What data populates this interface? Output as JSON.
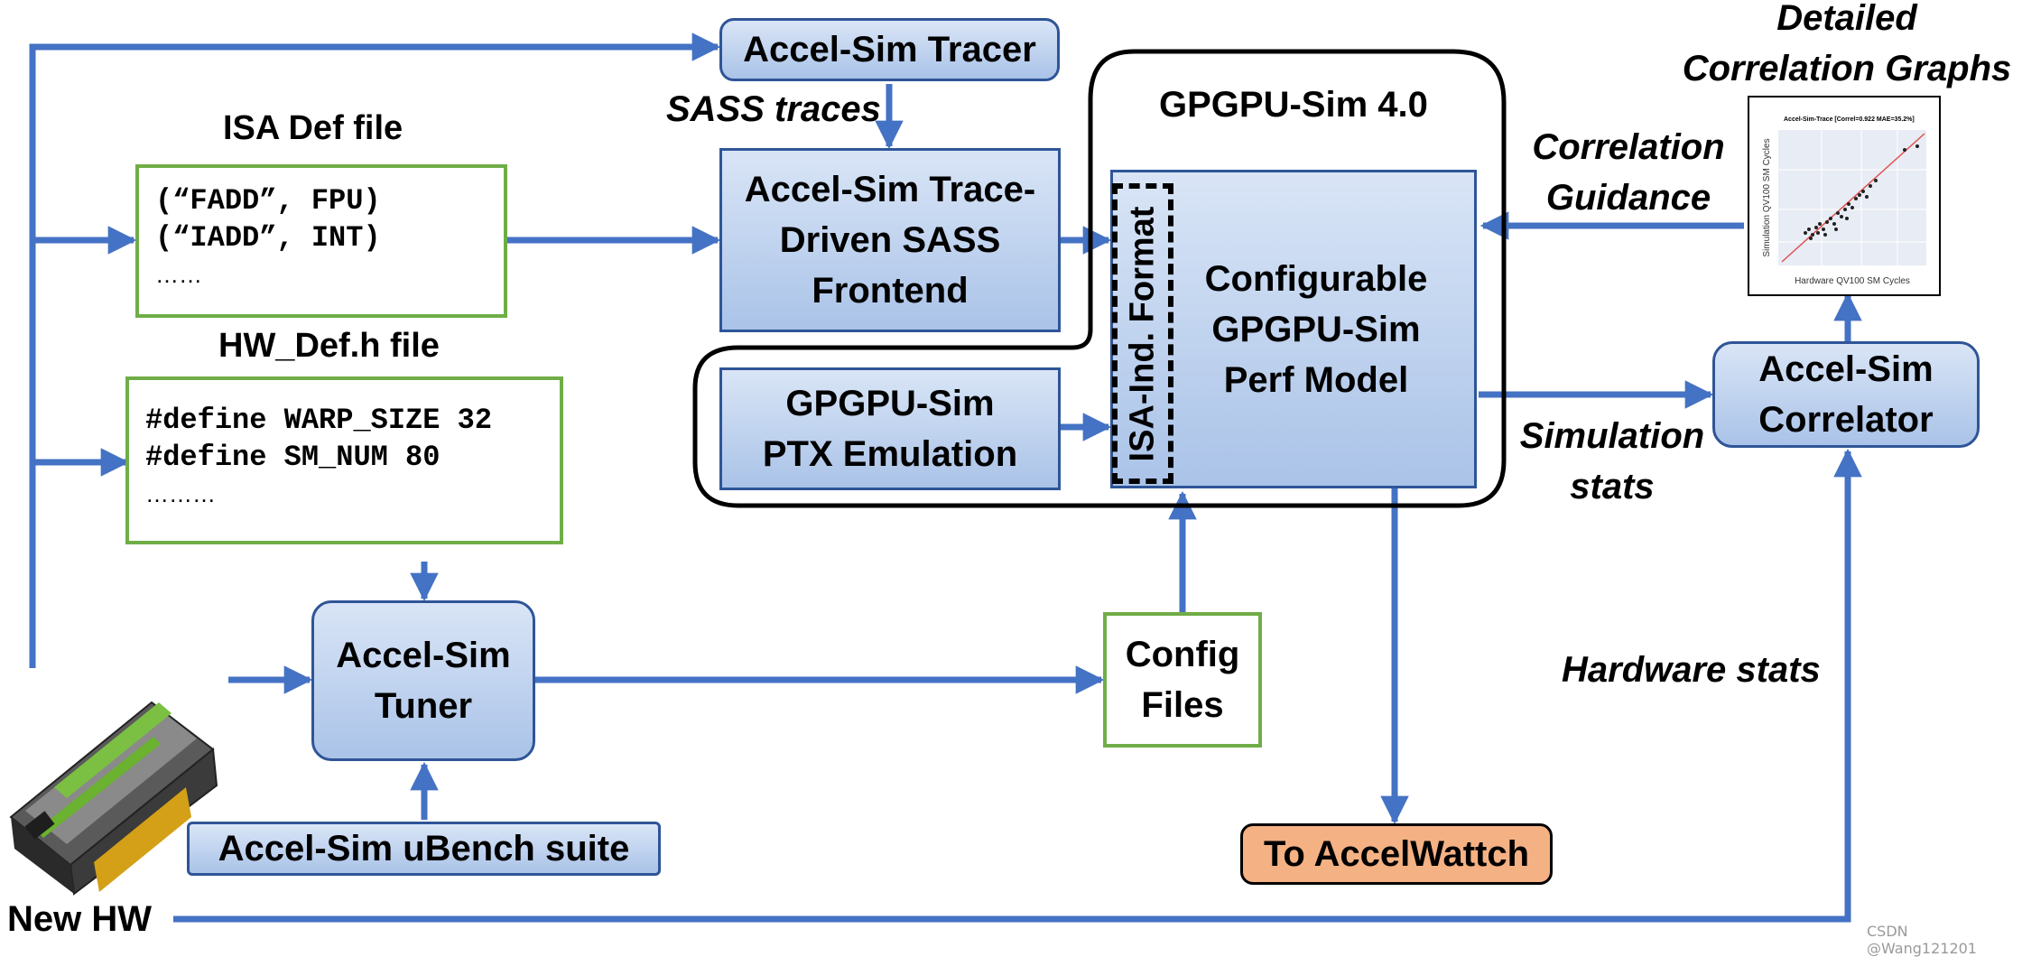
{
  "diagram": {
    "tracer": "Accel-Sim Tracer",
    "sass_traces": "SASS traces",
    "frontend": [
      "Accel-Sim Trace-",
      "Driven SASS",
      "Frontend"
    ],
    "gpgpu_sim": "GPGPU-Sim 4.0",
    "isa_format": "ISA-Ind. Format",
    "perf_model": [
      "Configurable",
      "GPGPU-Sim",
      "Perf Model"
    ],
    "ptx_emulation": [
      "GPGPU-Sim",
      "PTX Emulation"
    ],
    "isa_def_title": "ISA Def file",
    "isa_def_lines": [
      "(“FADD”, FPU)",
      "(“IADD”, INT)",
      "……"
    ],
    "hw_def_title": "HW_Def.h file",
    "hw_def_lines": [
      "#define WARP_SIZE 32",
      "#define SM_NUM 80",
      "………"
    ],
    "tuner": [
      "Accel-Sim",
      "Tuner"
    ],
    "ubench": "Accel-Sim uBench suite",
    "config_files": [
      "Config",
      "Files"
    ],
    "accelwattch": "To AccelWattch",
    "correlator": [
      "Accel-Sim",
      "Correlator"
    ],
    "detailed_graphs": [
      "Detailed",
      "Correlation Graphs"
    ],
    "correlation_guidance": [
      "Correlation",
      "Guidance"
    ],
    "simulation_stats": [
      "Simulation",
      "stats"
    ],
    "hardware_stats": "Hardware stats",
    "new_hw": "New HW",
    "graph_thumbnail": {
      "title": "Accel-Sim-Trace [Correl=0.922 MAE=35.2%]",
      "xlabel": "Hardware QV100 SM Cycles",
      "ylabel": "Simulation QV100 SM Cycles"
    },
    "watermark": "CSDN @Wang121201"
  },
  "colors": {
    "arrow": "#4472c4",
    "box_border": "#2f5597",
    "box_fill_top": "#d9e5f6",
    "box_fill_bottom": "#aac3e8",
    "file_border": "#70ad47",
    "accelwattch_fill": "#f4b183"
  },
  "icons": {
    "gpu_card": "gpu-card-icon"
  }
}
